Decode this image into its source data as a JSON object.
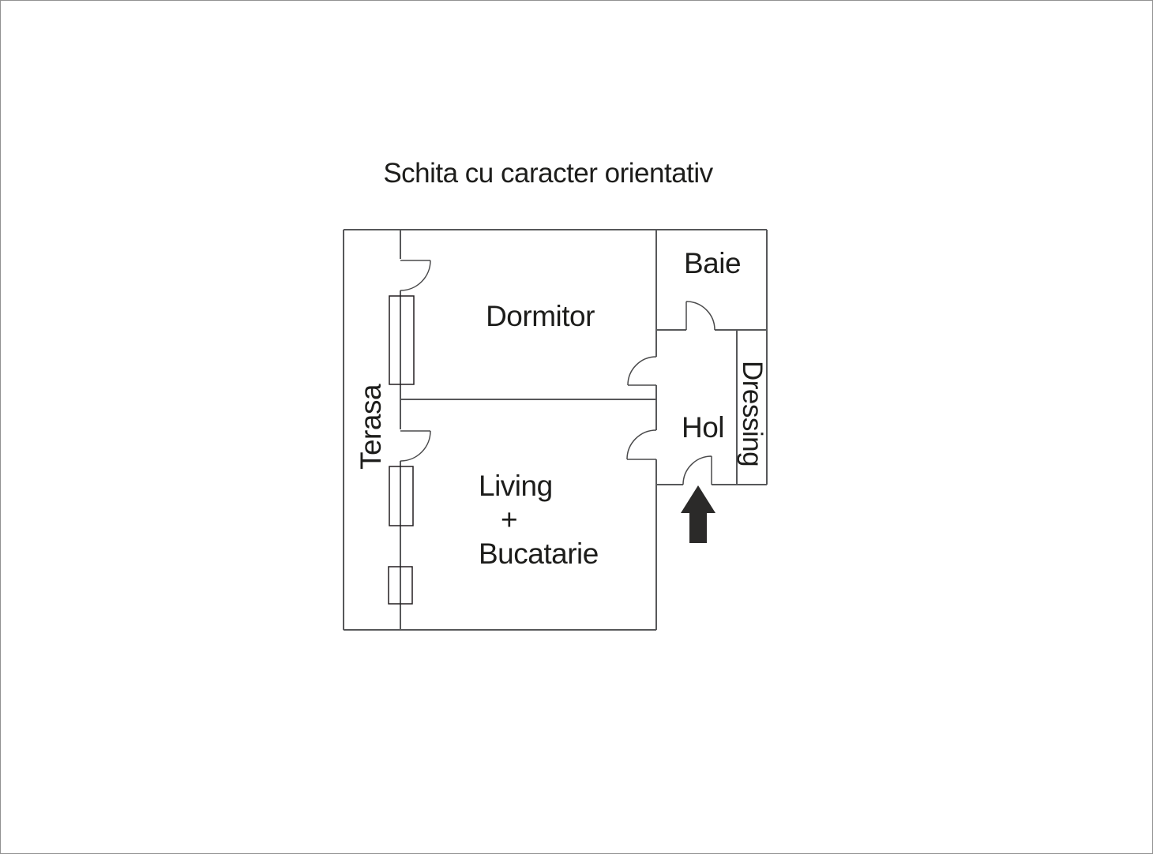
{
  "page": {
    "title": "Schita cu caracter orientativ"
  },
  "floor_plan": {
    "rooms": {
      "dormitor": {
        "label": "Dormitor"
      },
      "baie": {
        "label": "Baie"
      },
      "hol": {
        "label": "Hol"
      },
      "dressing": {
        "label": "Dressing"
      },
      "terasa": {
        "label": "Terasa"
      },
      "living": {
        "label_line1": "Living",
        "label_line2": "+",
        "label_line3": "Bucatarie"
      }
    },
    "icons": {
      "entrance_arrow": "up-arrow"
    },
    "colors": {
      "wall": "#57585a",
      "door": "#4a4a4b",
      "window": "#231f20",
      "arrow": "#2b2a29",
      "text": "#1d1d1b",
      "background": "#ffffff",
      "page_border": "#919191"
    }
  }
}
